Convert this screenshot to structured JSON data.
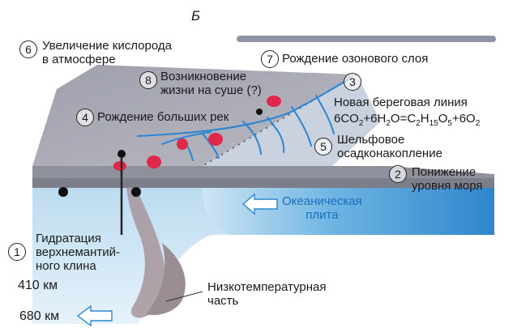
{
  "panel_letter": "Б",
  "labels": {
    "l6": "Увеличение кислорода\nв атмосфере",
    "l7": "Рождение озонового слоя",
    "l8": "Возникновение\nжизни на суше (?)",
    "l3": "Новая береговая линия",
    "l4": "Рождение больших рек",
    "l5": "Шельфовое\nосадконакопление",
    "l2": "Понижение\nуровня моря",
    "l1": "Гидратация\nверхнемантий-\nного клина",
    "ocean_plate": "Океаническая\nплита",
    "low_temp": "Низкотемпературная\nчасть"
  },
  "equation": {
    "lhs_a": "6CO",
    "sub2": "2",
    "plus1": "+6H",
    "sub2b": "2",
    "mid": "O=C",
    "sub_c": "2",
    "h": "H",
    "sub_h": "15",
    "o": "O",
    "sub_o": "5",
    "end": "+6O",
    "sub_o2": "2"
  },
  "numbers": [
    "1",
    "2",
    "3",
    "4",
    "5",
    "6",
    "7",
    "8"
  ],
  "depths": {
    "d410": "410 км",
    "d680": "680 км"
  },
  "colors": {
    "land": "#a9a9b4",
    "ocean": "#2f8fd0",
    "river": "#2a86d2",
    "life": "#e0284b",
    "slab": "#a89aa0"
  }
}
